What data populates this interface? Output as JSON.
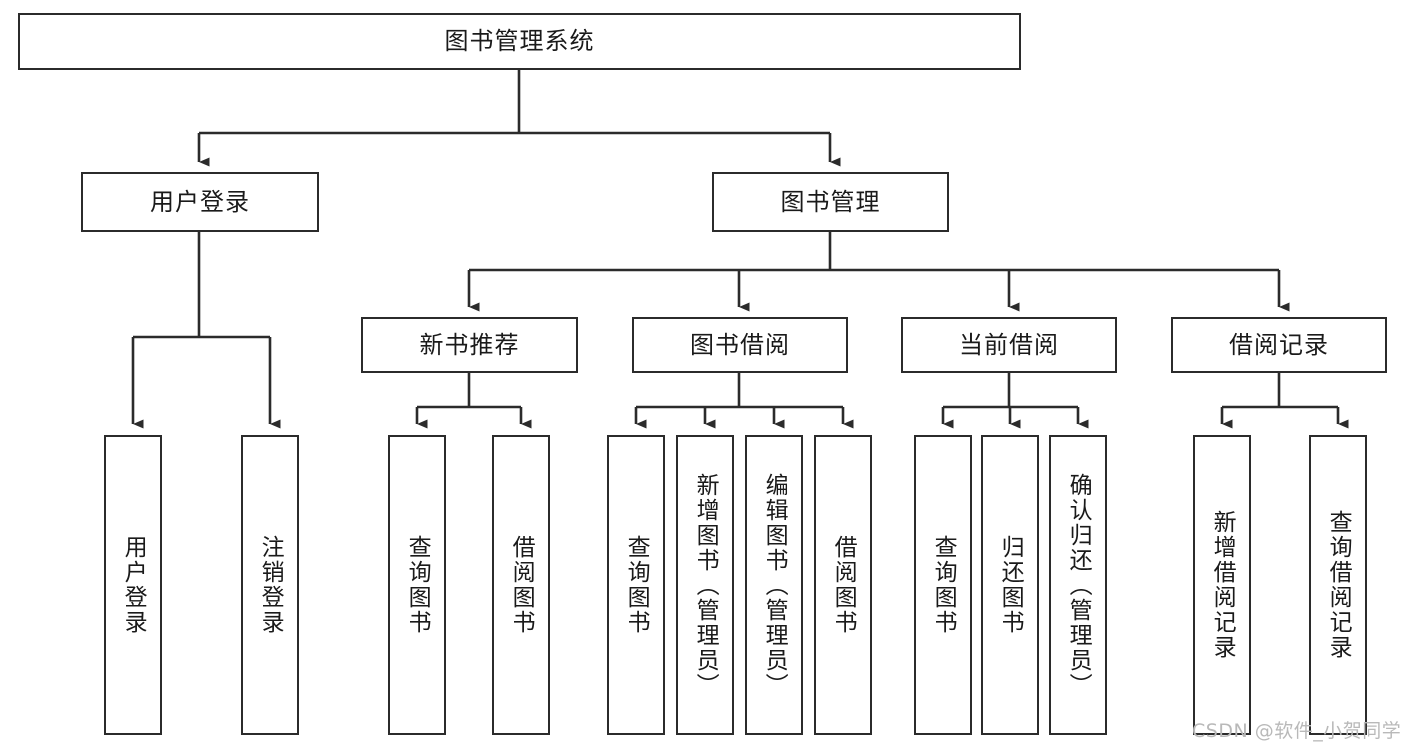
{
  "diagram": {
    "type": "tree",
    "title": "图书管理系统",
    "orientation": "top-down",
    "colors": {
      "box_border": "#2b2b2b",
      "box_fill": "#ffffff",
      "connector": "#2b2b2b",
      "text": "#1a1a1a",
      "watermark": "#b9b9b9",
      "background": "#ffffff"
    },
    "root": {
      "label": "图书管理系统"
    },
    "level2": [
      {
        "label": "用户登录"
      },
      {
        "label": "图书管理"
      }
    ],
    "level3": [
      {
        "label": "新书推荐"
      },
      {
        "label": "图书借阅"
      },
      {
        "label": "当前借阅"
      },
      {
        "label": "借阅记录"
      }
    ],
    "leaves": {
      "user_login": [
        {
          "label": "用户登录"
        },
        {
          "label": "注销登录"
        }
      ],
      "new_book": [
        {
          "label": "查询图书"
        },
        {
          "label": "借阅图书"
        }
      ],
      "book_borrow": [
        {
          "label": "查询图书"
        },
        {
          "label": "新增图书（管理员）"
        },
        {
          "label": "编辑图书（管理员）"
        },
        {
          "label": "借阅图书"
        }
      ],
      "current_borrow": [
        {
          "label": "查询图书"
        },
        {
          "label": "归还图书"
        },
        {
          "label": "确认归还（管理员）"
        }
      ],
      "borrow_record": [
        {
          "label": "新增借阅记录"
        },
        {
          "label": "查询借阅记录"
        }
      ]
    }
  },
  "watermark": {
    "text": "CSDN @软件_小贺同学"
  }
}
